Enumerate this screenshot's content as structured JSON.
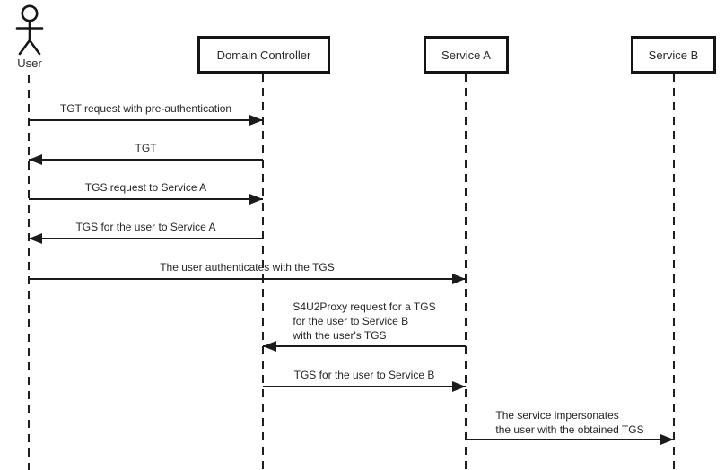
{
  "diagram": {
    "kind": "uml-sequence-diagram",
    "colors": {
      "background": "#ffffff",
      "line": "#1b1b1b",
      "text": "#262626"
    }
  },
  "actors": [
    {
      "name": "User",
      "kind": "person"
    },
    {
      "name": "Domain Controller",
      "kind": "box"
    },
    {
      "name": "Service A",
      "kind": "box"
    },
    {
      "name": "Service B",
      "kind": "box"
    }
  ],
  "messages": [
    {
      "label": "TGT request with pre-authentication",
      "from": "User",
      "to": "Domain Controller",
      "direction": "right"
    },
    {
      "label": "TGT",
      "from": "Domain Controller",
      "to": "User",
      "direction": "left"
    },
    {
      "label": "TGS request to Service A",
      "from": "User",
      "to": "Domain Controller",
      "direction": "right"
    },
    {
      "label": "TGS for the user to Service A",
      "from": "Domain Controller",
      "to": "User",
      "direction": "left"
    },
    {
      "label": "The user authenticates with the TGS",
      "from": "User",
      "to": "Service A",
      "direction": "right"
    },
    {
      "label": "S4U2Proxy request for a TGS\nfor the user to Service B\nwith the user's TGS",
      "from": "Service A",
      "to": "Domain Controller",
      "direction": "left"
    },
    {
      "label": "TGS for the user to Service B",
      "from": "Domain Controller",
      "to": "Service A",
      "direction": "right"
    },
    {
      "label": "The service impersonates\nthe user with the obtained TGS",
      "from": "Service A",
      "to": "Service B",
      "direction": "right"
    }
  ]
}
